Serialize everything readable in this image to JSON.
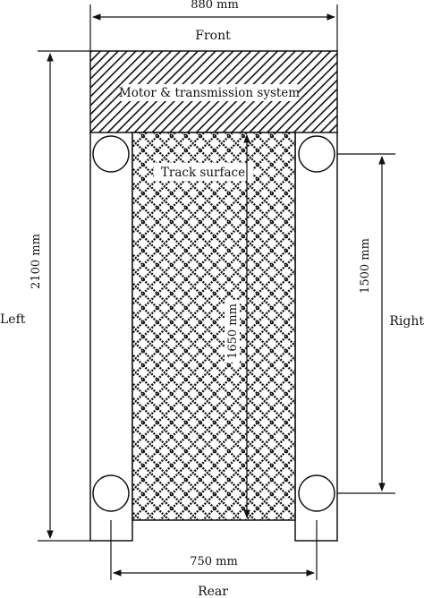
{
  "labels": {
    "width_top": "880 mm",
    "front": "Front",
    "motor": "Motor & transmission system",
    "track": "Track surface",
    "left_length": "2100 mm",
    "left": "Left",
    "right_span": "1500 mm",
    "right": "Right",
    "track_length": "1650 mm",
    "track_width": "750 mm",
    "rear": "Rear"
  }
}
